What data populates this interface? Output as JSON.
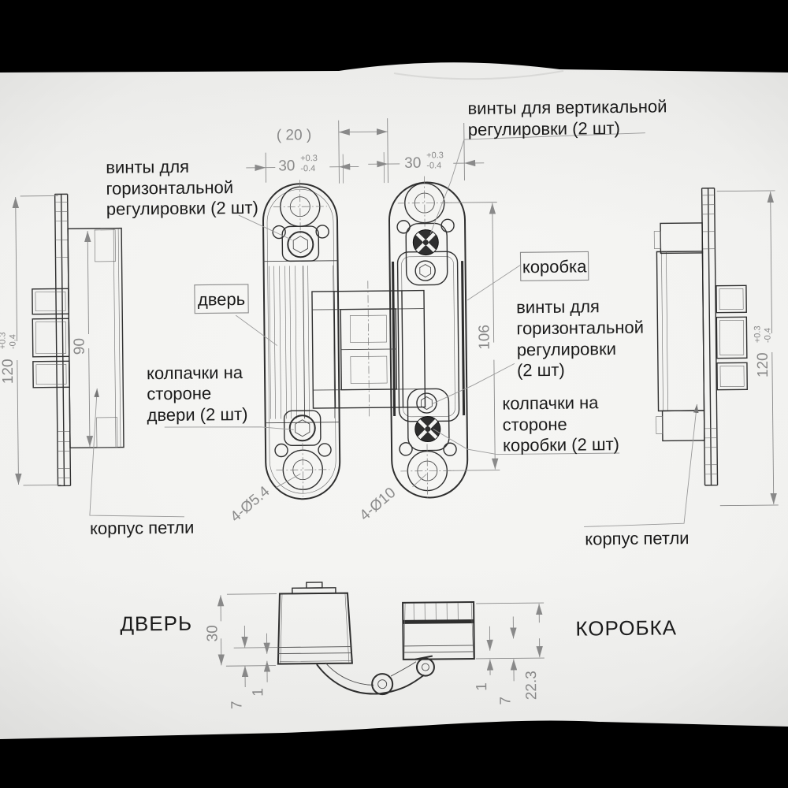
{
  "colors": {
    "background": "#000000",
    "paper": "#f5f5f3",
    "line": "#2e2e2e",
    "thinline": "#4a4a4a",
    "dimension": "#8a8a8a",
    "label": "#1a1a1a"
  },
  "labels": {
    "screws_vertical": {
      "line1": "винты для вертикальной",
      "line2": "регулировки (2 шт)"
    },
    "screws_horizontal_left": {
      "line1": "винты для",
      "line2": "горизонтальной",
      "line3": "регулировки (2 шт)"
    },
    "door_tag": "дверь",
    "frame_tag": "коробка",
    "screws_horizontal_right": {
      "line1": "винты для",
      "line2": "горизонтальной",
      "line3": "регулировки",
      "line4": "(2 шт)"
    },
    "caps_door": {
      "line1": "колпачки на",
      "line2": "стороне",
      "line3": "двери (2 шт)"
    },
    "caps_frame": {
      "line1": "колпачки на",
      "line2": "стороне",
      "line3": "коробки (2 шт)"
    },
    "hinge_body_left": "корпус петли",
    "hinge_body_right": "корпус петли",
    "door_caption": "ДВЕРЬ",
    "frame_caption": "КОРОБКА"
  },
  "dimensions": {
    "gap_ref": "( 20 )",
    "plate_width_left": {
      "value": "30",
      "tol_plus": "+0.3",
      "tol_minus": "-0.4"
    },
    "plate_width_right": {
      "value": "30",
      "tol_plus": "+0.3",
      "tol_minus": "-0.4"
    },
    "body_length_left": {
      "value": "120",
      "tol_plus": "+0.3",
      "tol_minus": "-0.4"
    },
    "body_length_right": {
      "value": "120",
      "tol_plus": "+0.3",
      "tol_minus": "-0.4"
    },
    "screw_span_left": "90",
    "hole_span_right": "106",
    "holes_small": "4-Ø5.4",
    "holes_large": "4-Ø10",
    "depth_door": "30",
    "lip_door": "7",
    "gap_door": "1",
    "gap_frame": "1",
    "lip_frame": "7",
    "depth_frame": "22.3"
  }
}
